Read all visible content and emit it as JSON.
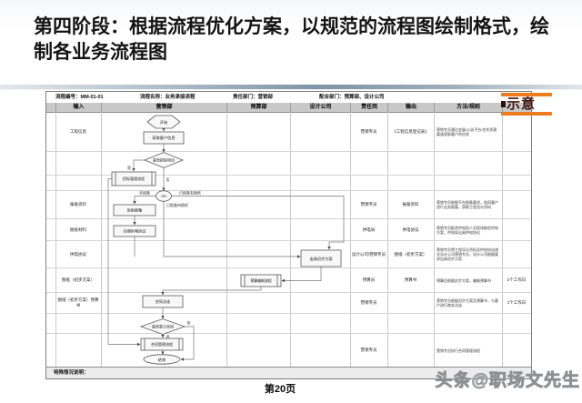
{
  "slide": {
    "title": "第四阶段：根据流程优化方案，以规范的流程图绘制格式，绘制各业务流程图",
    "page_number": "第20页",
    "watermark": "头条@职场文先生",
    "stamp_text": "示意"
  },
  "table": {
    "info": {
      "flow_no": "流程编号：MM-01-01",
      "flow_name": "流程名称：业务承接流程",
      "resp_dept": "责任部门：营销部",
      "coop_dept": "配合部门：预算部、设计公司"
    },
    "headers": {
      "input": "输入",
      "marketing": "营销部",
      "budget": "预算部",
      "design": "设计公司",
      "post": "责任岗",
      "output": "输出",
      "method": "方法/规则",
      "last": ""
    },
    "note_label": "特殊情况说明：",
    "rows": [
      {
        "input": "工程信息",
        "post": "营销专员",
        "output": "《工程信息登记表》",
        "method": "营销专员通过会展/公告平台/合作资源渠道获取客户的信息",
        "time": ""
      },
      {},
      {},
      {
        "input": "报备资料",
        "post": "营销专员",
        "output": "报备资料",
        "method": "营销专员根据平台报备要求，陪同客户进行业务报备，获取工程设计资料",
        "time": ""
      },
      {
        "input": "图纸材料",
        "post": "供电局",
        "output": "供电协议",
        "method": "营销专员配合供电局人员现场制定供电方案，供电局出具供电协议",
        "time": ""
      },
      {
        "input": "供电协议",
        "post": "设计公司/营销专员",
        "output": "图纸（初步方案）",
        "method": "营销专员将工程设计资料及供电协议递交设计公司营销专员，设计公司根据要求出具初步方案",
        "time": ""
      },
      {
        "input": "图纸（初步方案）",
        "post": "预算员",
        "output": "预算书",
        "method": "预算员根据初步方案，编制预算书",
        "time": "2个工作日"
      },
      {
        "input": "图纸（初步方案）预算书",
        "post": "营销专员",
        "output": "",
        "method": "营销专员根据初步方案及预算书，与客户进行商务洽谈",
        "time": "1个工作日"
      },
      {},
      {
        "input": "",
        "post": "营销专员",
        "output": "",
        "method": "营销专员执行合同管理流程",
        "time": ""
      }
    ]
  },
  "flowchart": {
    "nodes": {
      "start": "开始",
      "get_customer_info": "获取客户信息",
      "is_bidding_project": "是否招标项目",
      "bidding_process": "招标管理流程",
      "or_gate": "OR",
      "assist_register": "协助报备",
      "power_supply_agreement": "办理供电协议",
      "issue_draft_plan": "出具初步方案",
      "budget_process": "预算编制流程",
      "contract_negotiation": "合同洽谈",
      "is_contract_signed": "是否签订合同",
      "contract_process": "合同管理流程",
      "end": "结束"
    },
    "edge_labels": {
      "yes": "是",
      "no": "否",
      "not_registered": "未报备",
      "registered_with_drawings": "已报备有图纸",
      "registered_pending_drawings": "已报备待图纸"
    }
  }
}
